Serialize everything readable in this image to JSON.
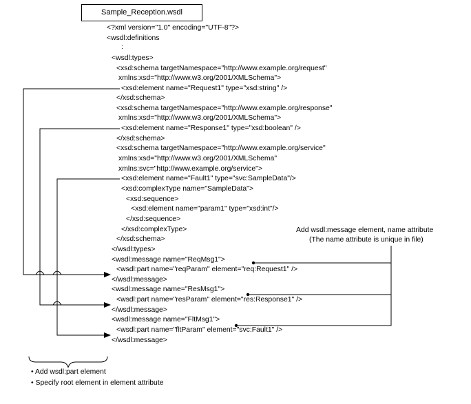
{
  "file_box": {
    "title": "Sample_Reception.wsdl"
  },
  "code_lines": [
    "<?xml version=\"1.0\" encoding=\"UTF-8\"?>",
    "<wsdl:definitions",
    ":",
    "<wsdl:types>",
    "<xsd:schema targetNamespace=\"http://www.example.org/request\"",
    "xmlns:xsd=\"http://www.w3.org/2001/XMLSchema\">",
    "<xsd:element name=\"Request1\" type=\"xsd:string\" />",
    "</xsd:schema>",
    "<xsd:schema targetNamespace=\"http://www.example.org/response\"",
    "xmlns:xsd=\"http://www.w3.org/2001/XMLSchema\">",
    "<xsd:element name=\"Response1\" type=\"xsd:boolean\" />",
    "</xsd:schema>",
    "<xsd:schema targetNamespace=\"http://www.example.org/service\"",
    "xmlns:xsd=\"http://www.w3.org/2001/XMLSchema\"",
    "xmlns:svc=\"http://www.example.org/service\">",
    "<xsd:element name=\"Fault1\" type=\"svc:SampleData\"/>",
    "<xsd:complexType name=\"SampleData\">",
    "<xsd:sequence>",
    "<xsd:element name=\"param1\" type=\"xsd:int\"/>",
    "</xsd:sequence>",
    "</xsd:complexType>",
    "</xsd:schema>",
    "</wsdl:types>",
    "<wsdl:message name=\"ReqMsg1\">",
    "<wsdl:part name=\"reqParam\" element=\"req:Request1\" />",
    "</wsdl:message>",
    "<wsdl:message name=\"ResMsg1\">",
    "<wsdl:part name=\"resParam\" element=\"res:Response1\" />",
    "</wsdl:message>",
    "<wsdl:message name=\"FltMsg1\">",
    "<wsdl:part name=\"fltParam\" element=\"svc:Fault1\" />",
    "</wsdl:message>"
  ],
  "annotations": {
    "message_note_line1": "Add wsdl:message element, name attribute",
    "message_note_line2": "(The name attribute is unique in file)",
    "part_note_1": "• Add wsdl:part element",
    "part_note_2": "• Specify root element in element attribute"
  }
}
